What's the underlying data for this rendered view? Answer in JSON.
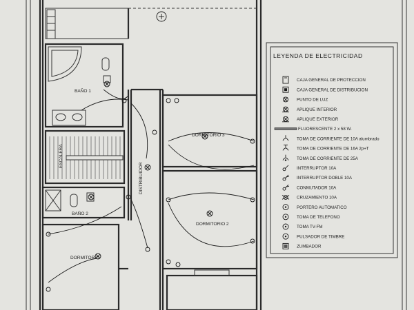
{
  "rooms": {
    "bano1": "BAÑO 1",
    "bano2": "BAÑO 2",
    "escalera": "ESCALERA",
    "distribuidor": "DISTRIBUIDOR",
    "dormitorio3": "DORMITORIO 3",
    "dormitorio2": "DORMITORIO 2",
    "dormitorio": "DORMITORIO"
  },
  "legend": {
    "title": "LEYENDA DE ELECTRICIDAD",
    "items": [
      {
        "icon": "caja-proteccion-icon",
        "label": "CAJA GENERAL DE PROTECCION"
      },
      {
        "icon": "caja-distribucion-icon",
        "label": "CAJA GENERAL DE DISTRIBUCION"
      },
      {
        "icon": "punto-luz-icon",
        "label": "PUNTO DE LUZ"
      },
      {
        "icon": "aplique-interior-icon",
        "label": "APLIQUE INTERIOR"
      },
      {
        "icon": "aplique-exterior-icon",
        "label": "APLIQUE EXTERIOR"
      },
      {
        "icon": "fluorescente-icon",
        "label": "FLUORESCENTE 2 x 58 W."
      },
      {
        "icon": "toma-10a-icon",
        "label": "TOMA DE CORRIENTE DE 10A alumbrado"
      },
      {
        "icon": "toma-16a-icon",
        "label": "TOMA DE CORRIENTE DE 16A 2p+T"
      },
      {
        "icon": "toma-25a-icon",
        "label": "TOMA DE CORRIENTE DE 25A"
      },
      {
        "icon": "interruptor-icon",
        "label": "INTERRUPTOR 10A"
      },
      {
        "icon": "interruptor-doble-icon",
        "label": "INTERRUPTOR DOBLE 10A"
      },
      {
        "icon": "conmutador-icon",
        "label": "CONMUTADOR 10A"
      },
      {
        "icon": "cruzamiento-icon",
        "label": "CRUZAMIENTO 10A"
      },
      {
        "icon": "portero-icon",
        "label": "PORTERO AUTOMATICO"
      },
      {
        "icon": "telefono-icon",
        "label": "TOMA DE TELEFONO"
      },
      {
        "icon": "tv-icon",
        "label": "TOMA TV-FM"
      },
      {
        "icon": "timbre-icon",
        "label": "PULSADOR DE TIMBRE"
      },
      {
        "icon": "zumbador-icon",
        "label": "ZUMBADOR"
      }
    ]
  },
  "colors": {
    "paper": "#e4e4e0",
    "ink": "#1a1a1a"
  }
}
